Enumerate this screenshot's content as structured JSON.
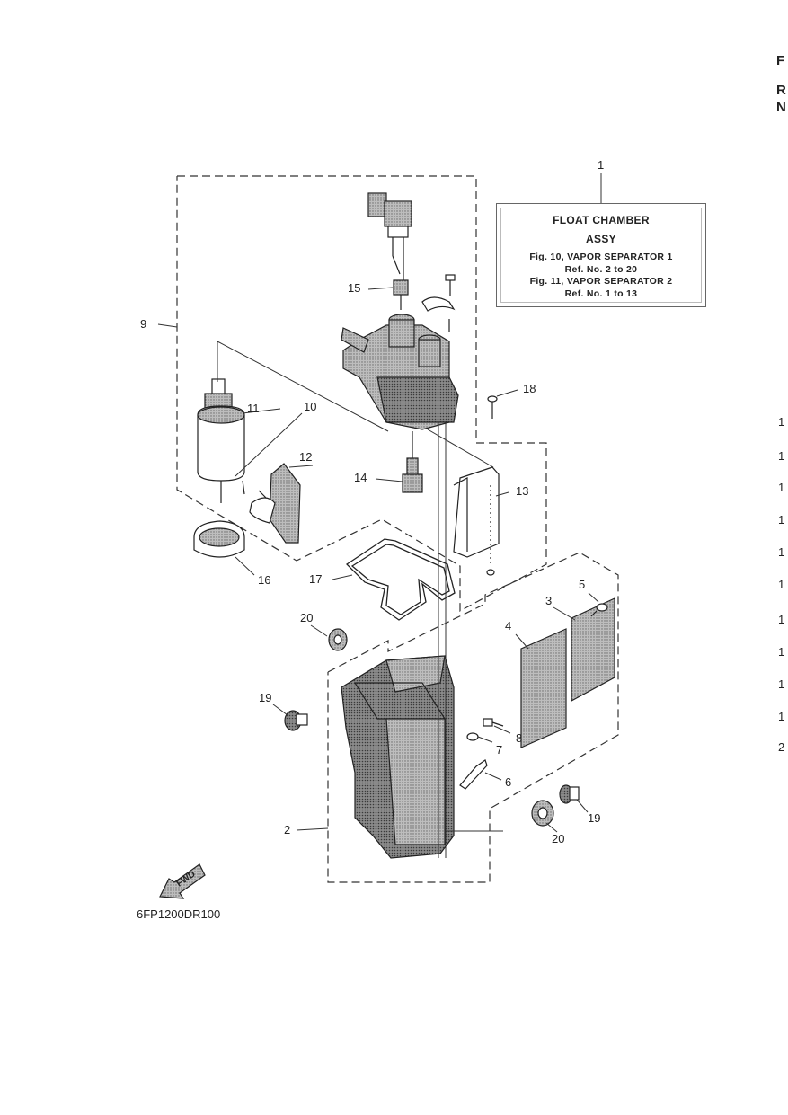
{
  "callout": {
    "ref": "1",
    "title_line1": "FLOAT CHAMBER",
    "title_line2": "ASSY",
    "fig10": "Fig. 10, VAPOR SEPARATOR 1",
    "fig10_ref": "Ref. No. 2 to 20",
    "fig11": "Fig. 11, VAPOR SEPARATOR 2",
    "fig11_ref": "Ref. No. 1 to 13"
  },
  "part_numbers": [
    "2",
    "3",
    "4",
    "5",
    "6",
    "7",
    "8",
    "9",
    "10",
    "11",
    "12",
    "13",
    "14",
    "15",
    "16",
    "17",
    "18",
    "19",
    "19",
    "20",
    "20"
  ],
  "fwd_label": "FWD",
  "diagram_code": "6FP1200DR100",
  "edge_fragments": {
    "top_letters": [
      "F",
      "R",
      "N"
    ],
    "margin_digits": [
      "1",
      "1",
      "1",
      "1",
      "1",
      "1",
      "1",
      "1",
      "1",
      "1",
      "2"
    ]
  }
}
